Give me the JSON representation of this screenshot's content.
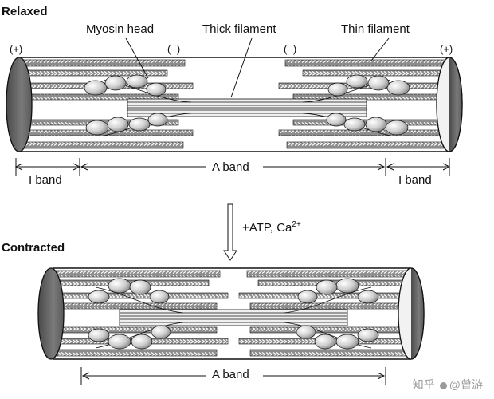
{
  "relaxed": {
    "title": "Relaxed",
    "labels": {
      "myosin_head": "Myosin head",
      "thick_filament": "Thick filament",
      "thin_filament": "Thin filament",
      "plus_left": "(+)",
      "minus_left": "(−)",
      "minus_right": "(−)",
      "plus_right": "(+)",
      "i_band_left": "I band",
      "a_band": "A band",
      "i_band_right": "I band"
    }
  },
  "transition": {
    "text": "+ATP, Ca",
    "superscript": "2+"
  },
  "contracted": {
    "title": "Contracted",
    "labels": {
      "a_band": "A band"
    }
  },
  "watermark": {
    "site": "知乎",
    "author": "@曾游"
  },
  "colors": {
    "ink": "#111111",
    "z_disc": "#6e6e6e",
    "thin_filament_fill": "#8c8c8c",
    "thin_filament_chevron": "#ffffff",
    "myosin_head": "#d8d8d8",
    "thick_core": "#efefef"
  }
}
